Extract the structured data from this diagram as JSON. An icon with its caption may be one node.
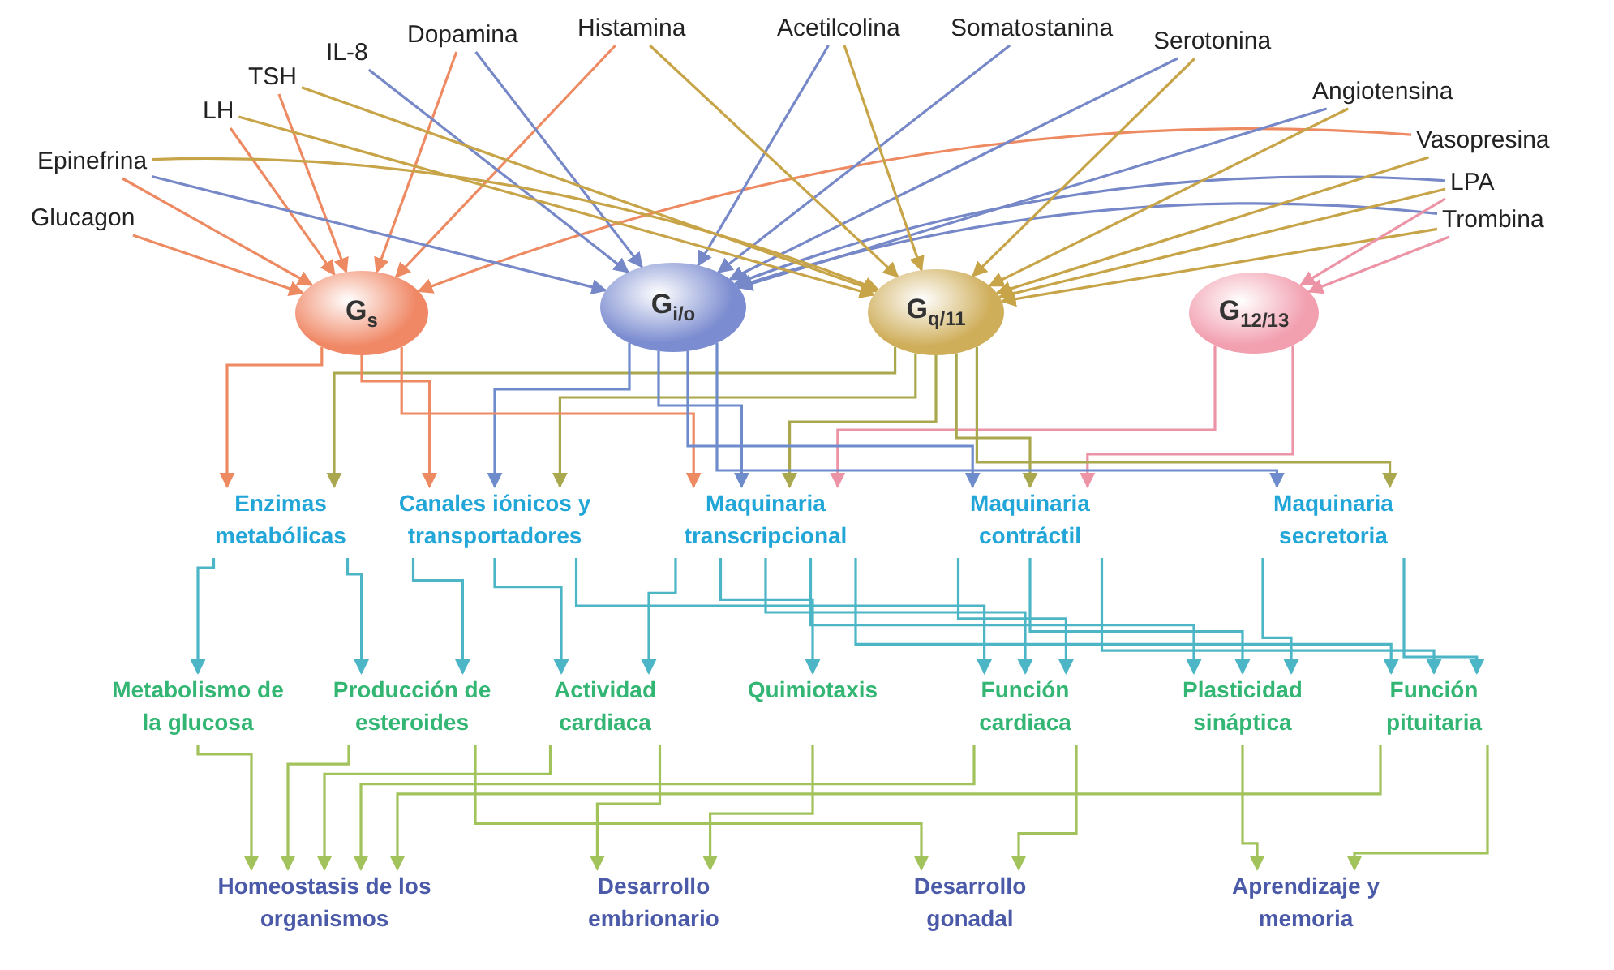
{
  "diagram": {
    "nodes": [
      {
        "text": [
          "Glucagon"
        ]
      },
      {
        "text": [
          "Epinefrina"
        ]
      },
      {
        "text": [
          "LH"
        ]
      },
      {
        "text": [
          "TSH"
        ]
      },
      {
        "text": [
          "IL-8"
        ]
      },
      {
        "text": [
          "Dopamina"
        ]
      },
      {
        "text": [
          "Histamina"
        ]
      },
      {
        "text": [
          "Acetilcolina"
        ]
      },
      {
        "text": [
          "Somatostanina"
        ]
      },
      {
        "text": [
          "Serotonina"
        ]
      },
      {
        "text": [
          "Angiotensina"
        ]
      },
      {
        "text": [
          "Vasopresina"
        ]
      },
      {
        "text": [
          "LPA"
        ]
      },
      {
        "text": [
          "Trombina"
        ]
      },
      {
        "text": [
          "G$_{s}$"
        ]
      },
      {
        "text": [
          "G$_{i/o}$"
        ]
      },
      {
        "text": [
          "G$_{q/11}$"
        ]
      },
      {
        "text": [
          "G$_{12/13}$"
        ]
      },
      {
        "text": [
          "Enzimas metabólicas"
        ]
      },
      {
        "text": [
          "Canales iónicos y transportadores"
        ]
      },
      {
        "text": [
          "Maquinaria transcripcional"
        ]
      },
      {
        "text": [
          "Maquinaria contráctil"
        ]
      },
      {
        "text": [
          "Maquinaria secretoria"
        ]
      },
      {
        "text": [
          "Metabolismo de la glucosa"
        ]
      },
      {
        "text": [
          "Producción de esteroides"
        ]
      },
      {
        "text": [
          "Actividad cardiaca"
        ]
      },
      {
        "text": [
          "Quimiotaxis"
        ]
      },
      {
        "text": [
          "Función cardiaca"
        ]
      },
      {
        "text": [
          "Plasticidad sináptica"
        ]
      },
      {
        "text": [
          "Función pituitaria"
        ]
      },
      {
        "text": [
          "Homeostasis de los organismos"
        ]
      },
      {
        "text": [
          "Desarrollo embrionario"
        ]
      },
      {
        "text": [
          "Desarrollo gonadal"
        ]
      },
      {
        "text": [
          "Aprendizaje y memoria"
        ]
      }
    ],
    "edges": [
      {
        "from": 0,
        "to": 14,
        "arrow": "to",
        "color": "#ee8a62"
      },
      {
        "from": 1,
        "to": 14,
        "arrow": "to",
        "color": "#ee8a62"
      },
      {
        "from": 2,
        "to": 14,
        "arrow": "to",
        "color": "#ee8a62"
      },
      {
        "from": 3,
        "to": 14,
        "arrow": "to",
        "color": "#ee8a62"
      },
      {
        "from": 5,
        "to": 14,
        "arrow": "to",
        "color": "#ee8a62"
      },
      {
        "from": 6,
        "to": 14,
        "arrow": "to",
        "color": "#ee8a62"
      },
      {
        "from": 11,
        "to": 14,
        "arrow": "to",
        "color": "#ee8a62"
      },
      {
        "from": 1,
        "to": 15,
        "arrow": "to",
        "color": "#7688c8"
      },
      {
        "from": 4,
        "to": 15,
        "arrow": "to",
        "color": "#7688c8"
      },
      {
        "from": 5,
        "to": 15,
        "arrow": "to",
        "color": "#7688c8"
      },
      {
        "from": 7,
        "to": 15,
        "arrow": "to",
        "color": "#7688c8"
      },
      {
        "from": 8,
        "to": 15,
        "arrow": "to",
        "color": "#7688c8"
      },
      {
        "from": 9,
        "to": 15,
        "arrow": "to",
        "color": "#7688c8"
      },
      {
        "from": 10,
        "to": 15,
        "arrow": "to",
        "color": "#7688c8"
      },
      {
        "from": 12,
        "to": 15,
        "arrow": "to",
        "color": "#7688c8"
      },
      {
        "from": 13,
        "to": 15,
        "arrow": "to",
        "color": "#7688c8"
      },
      {
        "from": 1,
        "to": 16,
        "arrow": "to",
        "color": "#c8a448"
      },
      {
        "from": 2,
        "to": 16,
        "arrow": "to",
        "color": "#c8a448"
      },
      {
        "from": 3,
        "to": 16,
        "arrow": "to",
        "color": "#c8a448"
      },
      {
        "from": 6,
        "to": 16,
        "arrow": "to",
        "color": "#c8a448"
      },
      {
        "from": 7,
        "to": 16,
        "arrow": "to",
        "color": "#c8a448"
      },
      {
        "from": 9,
        "to": 16,
        "arrow": "to",
        "color": "#c8a448"
      },
      {
        "from": 10,
        "to": 16,
        "arrow": "to",
        "color": "#c8a448"
      },
      {
        "from": 11,
        "to": 16,
        "arrow": "to",
        "color": "#c8a448"
      },
      {
        "from": 12,
        "to": 16,
        "arrow": "to",
        "color": "#c8a448"
      },
      {
        "from": 13,
        "to": 16,
        "arrow": "to",
        "color": "#c8a448"
      },
      {
        "from": 12,
        "to": 17,
        "arrow": "to",
        "color": "#ec94a6"
      },
      {
        "from": 13,
        "to": 17,
        "arrow": "to",
        "color": "#ec94a6"
      },
      {
        "from": 14,
        "to": 18,
        "arrow": "to",
        "color": "#ee8a62"
      },
      {
        "from": 16,
        "to": 18,
        "arrow": "to",
        "color": "#a9a84e"
      },
      {
        "from": 14,
        "to": 19,
        "arrow": "to",
        "color": "#ee8a62"
      },
      {
        "from": 15,
        "to": 19,
        "arrow": "to",
        "color": "#6e8ccc"
      },
      {
        "from": 16,
        "to": 19,
        "arrow": "to",
        "color": "#a9a84e"
      },
      {
        "from": 15,
        "to": 20,
        "arrow": "to",
        "color": "#6e8ccc"
      },
      {
        "from": 14,
        "to": 20,
        "arrow": "to",
        "color": "#ee8a62"
      },
      {
        "from": 16,
        "to": 20,
        "arrow": "to",
        "color": "#a9a84e"
      },
      {
        "from": 17,
        "to": 20,
        "arrow": "to",
        "color": "#ec94a6"
      },
      {
        "from": 16,
        "to": 21,
        "arrow": "to",
        "color": "#a9a84e"
      },
      {
        "from": 15,
        "to": 21,
        "arrow": "to",
        "color": "#6e8ccc"
      },
      {
        "from": 17,
        "to": 21,
        "arrow": "to",
        "color": "#ec94a6"
      },
      {
        "from": 16,
        "to": 22,
        "arrow": "to",
        "color": "#a9a84e"
      },
      {
        "from": 15,
        "to": 22,
        "arrow": "to",
        "color": "#6e8ccc"
      },
      {
        "from": 18,
        "to": 23,
        "arrow": "to",
        "color": "#4db6c6"
      },
      {
        "from": 18,
        "to": 24,
        "arrow": "to",
        "color": "#4db6c6"
      },
      {
        "from": 19,
        "to": 24,
        "arrow": "to",
        "color": "#4db6c6"
      },
      {
        "from": 19,
        "to": 25,
        "arrow": "to",
        "color": "#4db6c6"
      },
      {
        "from": 20,
        "to": 25,
        "arrow": "to",
        "color": "#4db6c6"
      },
      {
        "from": 20,
        "to": 26,
        "arrow": "to",
        "color": "#4db6c6"
      },
      {
        "from": 19,
        "to": 27,
        "arrow": "to",
        "color": "#4db6c6"
      },
      {
        "from": 20,
        "to": 27,
        "arrow": "to",
        "color": "#4db6c6"
      },
      {
        "from": 21,
        "to": 27,
        "arrow": "to",
        "color": "#4db6c6"
      },
      {
        "from": 20,
        "to": 28,
        "arrow": "to",
        "color": "#4db6c6"
      },
      {
        "from": 21,
        "to": 28,
        "arrow": "to",
        "color": "#4db6c6"
      },
      {
        "from": 22,
        "to": 28,
        "arrow": "to",
        "color": "#4db6c6"
      },
      {
        "from": 20,
        "to": 29,
        "arrow": "to",
        "color": "#4db6c6"
      },
      {
        "from": 21,
        "to": 29,
        "arrow": "to",
        "color": "#4db6c6"
      },
      {
        "from": 22,
        "to": 29,
        "arrow": "to",
        "color": "#4db6c6"
      },
      {
        "from": 23,
        "to": 30,
        "arrow": "to",
        "color": "#a2c25c"
      },
      {
        "from": 24,
        "to": 30,
        "arrow": "to",
        "color": "#a2c25c"
      },
      {
        "from": 25,
        "to": 30,
        "arrow": "to",
        "color": "#a2c25c"
      },
      {
        "from": 27,
        "to": 30,
        "arrow": "to",
        "color": "#a2c25c"
      },
      {
        "from": 29,
        "to": 30,
        "arrow": "to",
        "color": "#a2c25c"
      },
      {
        "from": 25,
        "to": 31,
        "arrow": "to",
        "color": "#a2c25c"
      },
      {
        "from": 26,
        "to": 31,
        "arrow": "to",
        "color": "#a2c25c"
      },
      {
        "from": 24,
        "to": 32,
        "arrow": "to",
        "color": "#a2c25c"
      },
      {
        "from": 27,
        "to": 32,
        "arrow": "to",
        "color": "#a2c25c"
      },
      {
        "from": 28,
        "to": 33,
        "arrow": "to",
        "color": "#a2c25c"
      },
      {
        "from": 29,
        "to": 33,
        "arrow": "to",
        "color": "#a2c25c"
      }
    ]
  }
}
